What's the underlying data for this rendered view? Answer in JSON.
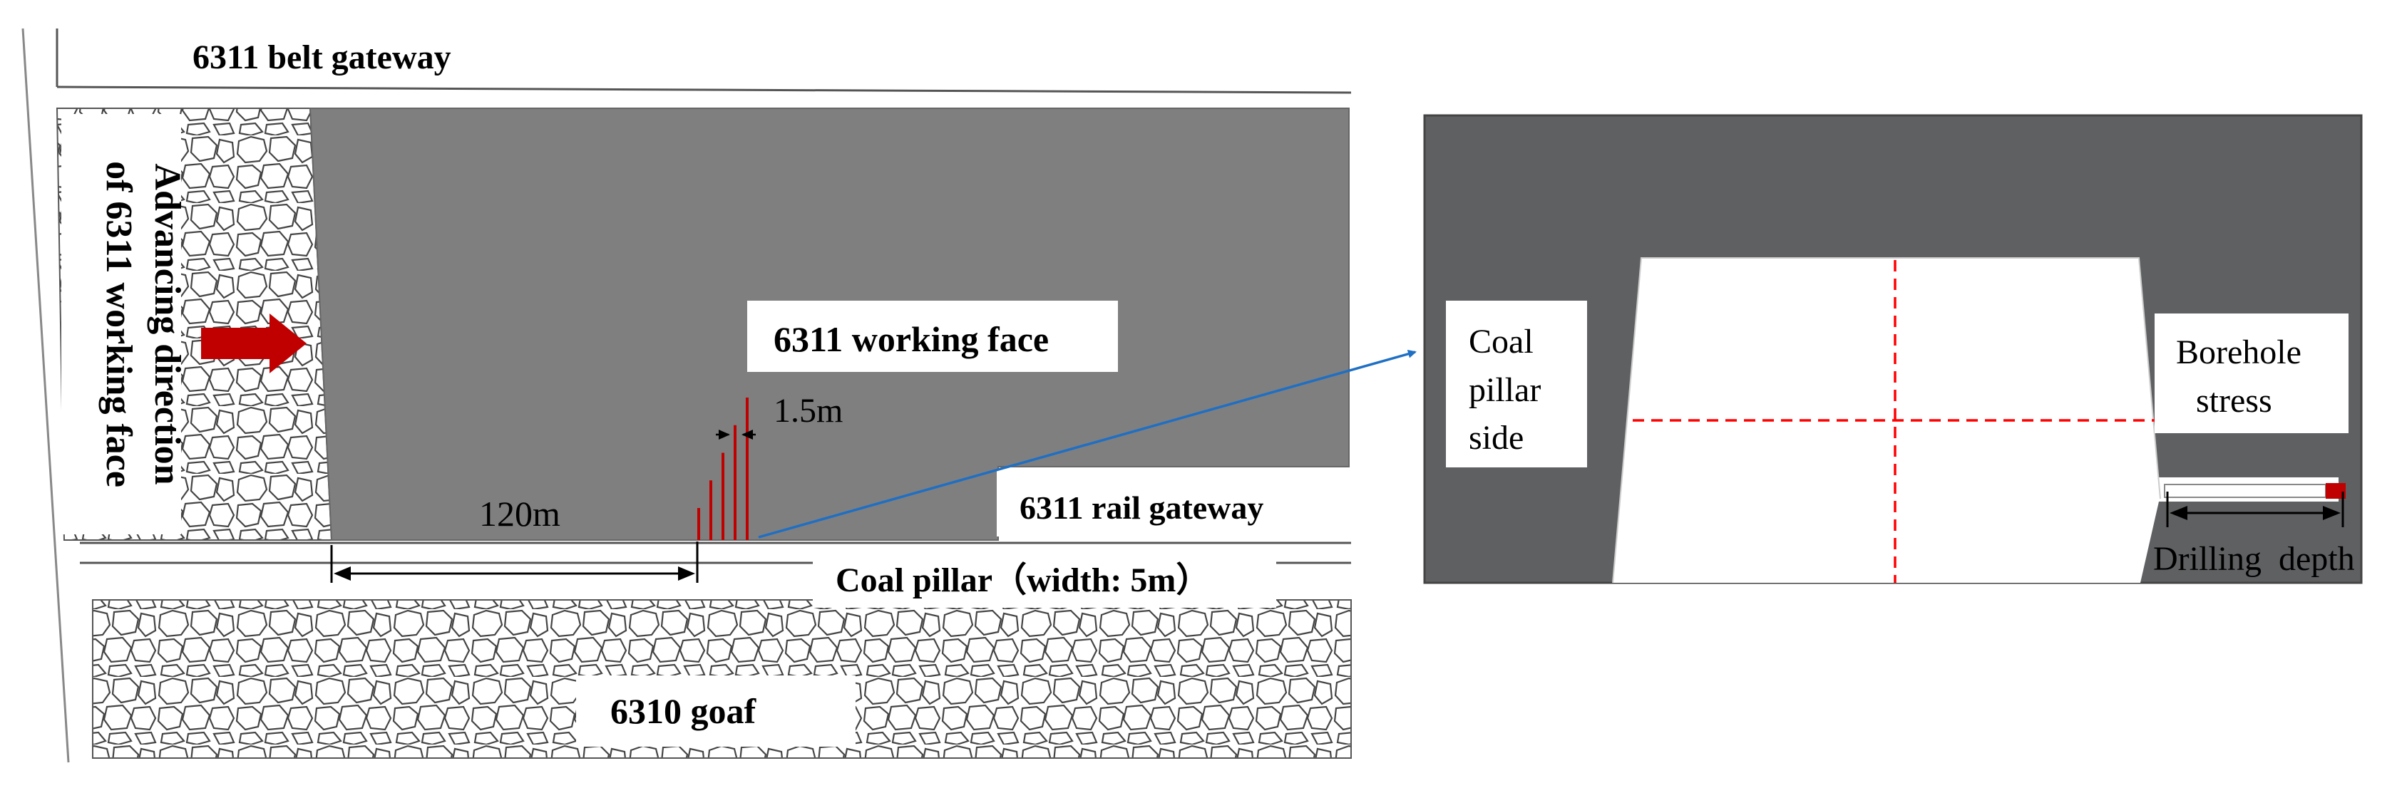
{
  "plan_view": {
    "belt_gateway_label": "6311 belt gateway",
    "advancing_direction_line1": "Advancing direction",
    "advancing_direction_line2": "of 6311 working face",
    "working_face_label": "6311 working face",
    "rail_gateway_label": "6311 rail gateway",
    "coal_pillar_label": "Coal pillar（width: 5m）",
    "goaf_label": "6310  goaf",
    "distance_label": "120m",
    "spacing_label": "1.5m",
    "borehole_count": 5
  },
  "section_view": {
    "left_label": [
      "Coal",
      "pillar",
      "side"
    ],
    "right_label": [
      "Borehole",
      "stress"
    ],
    "drilling_depth_label": "Drilling  depth"
  },
  "colors": {
    "working_face_fill": "#7f7f7f",
    "section_background": "#5f6062",
    "borehole_red": "#c00000",
    "arrow_red": "#c00000",
    "connector_blue": "#1f6fc4",
    "dashed_red": "#ff0000"
  }
}
